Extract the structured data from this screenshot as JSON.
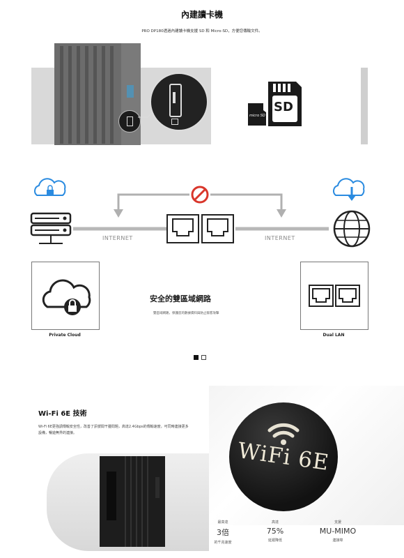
{
  "card_reader": {
    "title": "內建讀卡機",
    "subtitle": "PRO DP180透過內建讀卡機支援 SD 和 Micro-SD，方便您傳輸文件。",
    "sd_label": "SD",
    "microsd_label": "micro SD"
  },
  "network": {
    "internet_left": "INTERNET",
    "internet_right": "INTERNET",
    "private_cloud_label": "Private Cloud",
    "dual_lan_label": "Dual LAN",
    "title": "安全的雙區域網路",
    "description": "雙區域網路，保護您的數據資料與防止駭客攻擊",
    "pagination": {
      "total": 2,
      "active": 1
    }
  },
  "wifi": {
    "title": "Wi-Fi 6E 技術",
    "description": "Wi-Fi 6E更強調傳輸安全性，改善了訊號間干擾問題，高達2.4Gbps的傳輸速度，可同時連接更多設備，暢遊無界的連接。",
    "badge_text": "WiFi 6E",
    "stats": [
      {
        "top": "最高達",
        "value": "3倍",
        "bottom": "的千兆速度"
      },
      {
        "top": "高達",
        "value": "75%",
        "bottom": "延遲降低"
      },
      {
        "top": "支援",
        "value": "MU-MIMO",
        "bottom": "連接埠"
      }
    ]
  },
  "colors": {
    "accent_blue": "#2a8be0",
    "prohibit_red": "#d9362b",
    "line_gray": "#b8b8b8"
  }
}
